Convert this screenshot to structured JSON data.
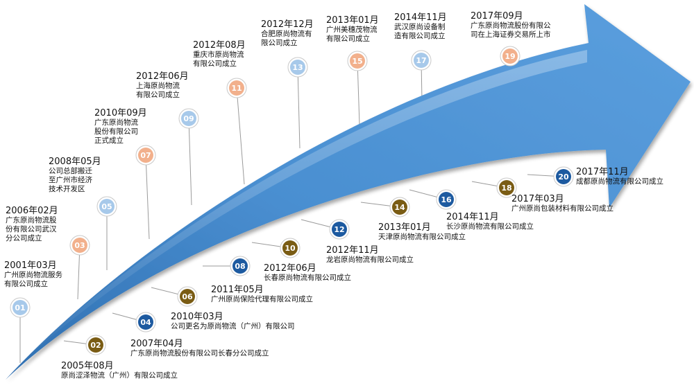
{
  "colors": {
    "arrow_light": "#8fc0ea",
    "arrow_main": "#4a8fd1",
    "arrow_dark": "#2f6fb1",
    "node_light_blue": "#a7c9ea",
    "node_salmon": "#f2b08c",
    "node_navy": "#1d5aa0",
    "node_olive": "#7a5c14",
    "leader_line": "#9a9a9a"
  },
  "milestones": [
    {
      "num": "01",
      "date": "2001年03月",
      "desc": [
        "广州原尚物流服务",
        "有限公司成立"
      ],
      "style": "light"
    },
    {
      "num": "02",
      "date": "2005年08月",
      "desc": [
        "原尚涩泽物流（广州）有限公司成立"
      ],
      "style": "olive"
    },
    {
      "num": "03",
      "date": "2006年02月",
      "desc": [
        "广东原尚物流股",
        "份有限公司武汉",
        "分公司成立"
      ],
      "style": "salmon"
    },
    {
      "num": "04",
      "date": "2007年04月",
      "desc": [
        "广东原尚物流股份有限公司长春分公司成立"
      ],
      "style": "navy"
    },
    {
      "num": "05",
      "date": "2008年05月",
      "desc": [
        "公司总部搬迁",
        "至广州市经济",
        "技术开发区"
      ],
      "style": "light"
    },
    {
      "num": "06",
      "date": "2010年03月",
      "desc": [
        "公司更名为原尚物流（广州）有限公司"
      ],
      "style": "olive"
    },
    {
      "num": "07",
      "date": "2010年09月",
      "desc": [
        "广东原尚物流",
        "股份有限公司",
        "正式成立"
      ],
      "style": "salmon"
    },
    {
      "num": "08",
      "date": "2011年05月",
      "desc": [
        "广州原尚保险代理有限公司成立"
      ],
      "style": "navy"
    },
    {
      "num": "09",
      "date": "2012年06月",
      "desc": [
        "上海原尚物流",
        "有限公司成立"
      ],
      "style": "light"
    },
    {
      "num": "10",
      "date": "2012年06月",
      "desc": [
        "长春原尚物流有限公司成立"
      ],
      "style": "olive"
    },
    {
      "num": "11",
      "date": "2012年08月",
      "desc": [
        "重庆市原尚物流",
        "有限公司成立"
      ],
      "style": "salmon"
    },
    {
      "num": "12",
      "date": "2012年11月",
      "desc": [
        "龙岩原尚物流有限公司成立"
      ],
      "style": "navy"
    },
    {
      "num": "13",
      "date": "2012年12月",
      "desc": [
        "合肥原尚物流有",
        "限公司成立"
      ],
      "style": "light"
    },
    {
      "num": "14",
      "date": "2013年01月",
      "desc": [
        "天津原尚物流有限公司成立"
      ],
      "style": "olive"
    },
    {
      "num": "15",
      "date": "2013年01月",
      "desc": [
        "广州美穗茂物流",
        "有限公司成立"
      ],
      "style": "salmon"
    },
    {
      "num": "16",
      "date": "2014年11月",
      "desc": [
        "长沙原尚物流有限公司成立"
      ],
      "style": "navy"
    },
    {
      "num": "17",
      "date": "2014年11月",
      "desc": [
        "武汉原尚设备制",
        "造有限公司成立"
      ],
      "style": "light"
    },
    {
      "num": "18",
      "date": "2017年03月",
      "desc": [
        "广州原尚包装材料有限公司成立"
      ],
      "style": "olive"
    },
    {
      "num": "19",
      "date": "2017年09月",
      "desc": [
        "广东原尚物流股份有限公",
        "司在上海证券交易所上市"
      ],
      "style": "salmon"
    },
    {
      "num": "20",
      "date": "2017年11月",
      "desc": [
        "成都原尚物流有限公司成立"
      ],
      "style": "navy"
    }
  ]
}
